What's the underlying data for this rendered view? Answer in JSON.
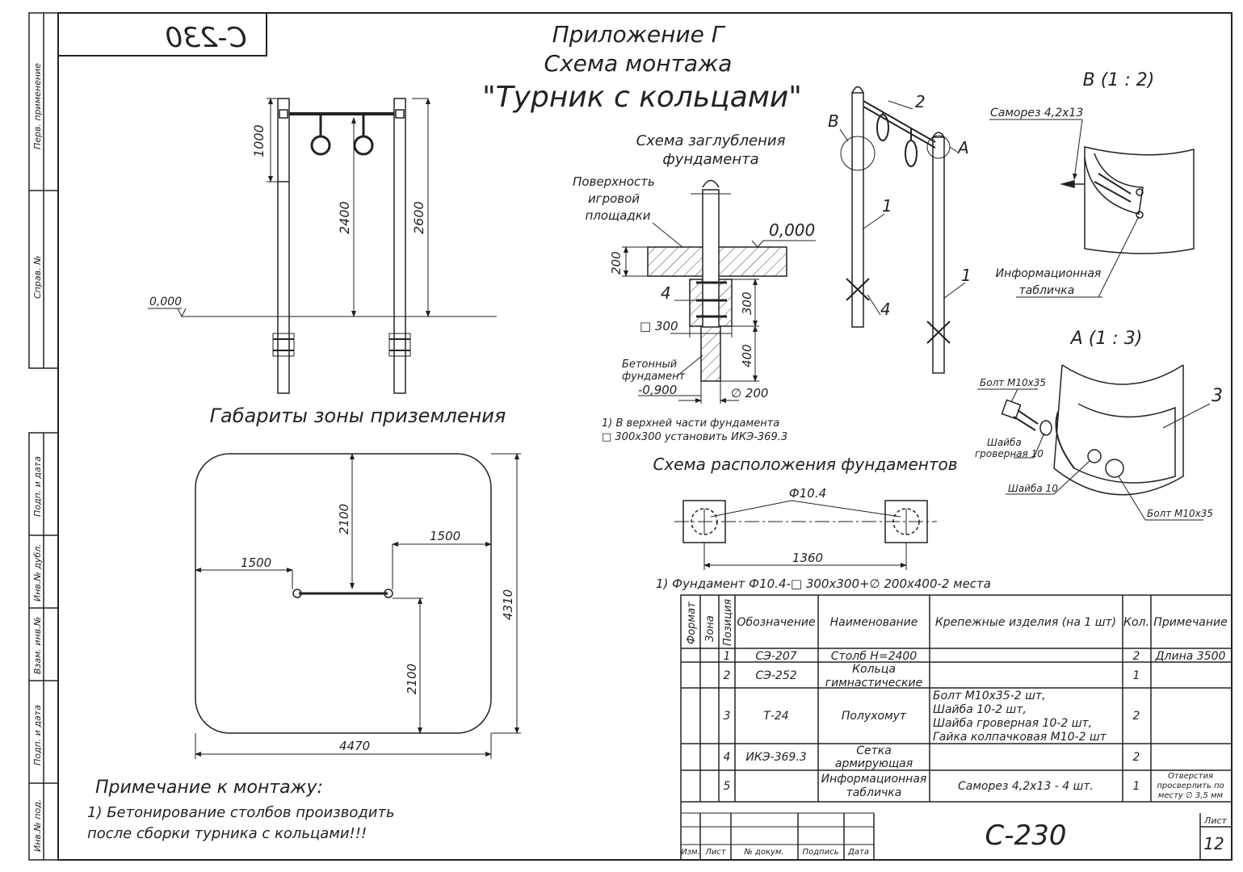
{
  "stamp": {
    "code_mirrored": "C-230"
  },
  "side_labels": [
    "Перв. примене­ние",
    "Справ. №",
    "Подп. и дата",
    "Инв.№ дубл.",
    "Взам. инв.№",
    "Подп. и дата",
    "Инв.№ под."
  ],
  "title": {
    "line1": "Приложение Г",
    "line2": "Схема монтажа",
    "line3": "\"Турник с кольцами\""
  },
  "elevation": {
    "dim_1000": "1000",
    "dim_2400": "2400",
    "dim_2600": "2600",
    "level": "0,000"
  },
  "landing": {
    "title": "Габариты зоны приземления",
    "dim_2100_top": "2100",
    "dim_2100_bottom": "2100",
    "dim_1500_left": "1500",
    "dim_1500_right": "1500",
    "dim_4310": "4310",
    "dim_4470": "4470"
  },
  "foundation_section": {
    "title_line1": "Схема заглубления",
    "title_line2": "фундамента",
    "surface_line1": "Поверхность",
    "surface_line2": "игровой",
    "surface_line3": "площадки",
    "level_top": "0,000",
    "dim_200": "200",
    "dim_300": "300",
    "dim_400": "400",
    "pos4": "4",
    "square300": "□ 300",
    "concrete_line1": "Бетонный",
    "concrete_line2": "фундамент",
    "level_bottom": "-0,900",
    "dia200": "∅ 200",
    "note_line1": "1) В верхней части фундамента",
    "note_line2": "□ 300x300 установить ИКЭ-369.3"
  },
  "isometric": {
    "pos2": "2",
    "posB": "В",
    "posA": "А",
    "pos1a": "1",
    "pos1b": "1",
    "pos4": "4"
  },
  "detail_b": {
    "title": "В  (1 : 2)",
    "screw": "Саморез 4,2x13",
    "plate_line1": "Информационная",
    "plate_line2": "табличка"
  },
  "detail_a": {
    "title": "А  (1 : 3)",
    "bolt_top": "Болт  М10х35",
    "washer_line1": "Шайба",
    "washer_line2": "гроверная 10",
    "washer10": "Шайба 10",
    "bolt_bottom": "Болт  М10х35",
    "pos3": "3"
  },
  "layout": {
    "title": "Схема расположения фундаментов",
    "phi": "Ф10.4",
    "dim_1360": "1360",
    "note": "1) Фундамент Ф10.4-□ 300х300+∅ 200х400-2 места"
  },
  "spec_table": {
    "headers": {
      "format": "Формат",
      "zone": "Зона",
      "pos": "Позиция",
      "designation": "Обозначение",
      "name": "Наименование",
      "fasteners": "Крепежные изделия (на 1 шт)",
      "qty": "Кол.",
      "note": "Примечание"
    },
    "rows": [
      {
        "pos": "1",
        "designation": "СЭ-207",
        "name": [
          "Столб Н=2400"
        ],
        "fasteners": [],
        "qty": "2",
        "note": [
          "Длина 3500"
        ]
      },
      {
        "pos": "2",
        "designation": "СЭ-252",
        "name": [
          "Кольца",
          "гимнастические"
        ],
        "fasteners": [],
        "qty": "1",
        "note": []
      },
      {
        "pos": "3",
        "designation": "Т-24",
        "name": [
          "Полухомут"
        ],
        "fasteners": [
          "Болт  М10х35-2 шт,",
          "Шайба 10-2 шт,",
          "Шайба гроверная 10-2 шт,",
          "Гайка колпачковая М10-2 шт"
        ],
        "qty": "2",
        "note": []
      },
      {
        "pos": "4",
        "designation": "ИКЭ-369.3",
        "name": [
          "Сетка",
          "армирующая"
        ],
        "fasteners": [],
        "qty": "2",
        "note": []
      },
      {
        "pos": "5",
        "designation": "",
        "name": [
          "Информационная",
          "табличка"
        ],
        "fasteners": [
          "Саморез 4,2x13 - 4 шт."
        ],
        "qty": "1",
        "note": [
          "Отверстия",
          "просверлить по",
          "месту ∅ 3,5 мм"
        ]
      }
    ]
  },
  "title_block": {
    "izm": "Изм.",
    "list": "Лист",
    "doc": "№ докум.",
    "sign": "Подпись",
    "date": "Дата",
    "code": "С-230",
    "sheet_label": "Лист",
    "sheet_no": "12"
  },
  "install_note": {
    "title": "Примечание к монтажу:",
    "line1": "1) Бетонирование столбов производить",
    "line2": "после сборки турника с кольцами!!!"
  }
}
